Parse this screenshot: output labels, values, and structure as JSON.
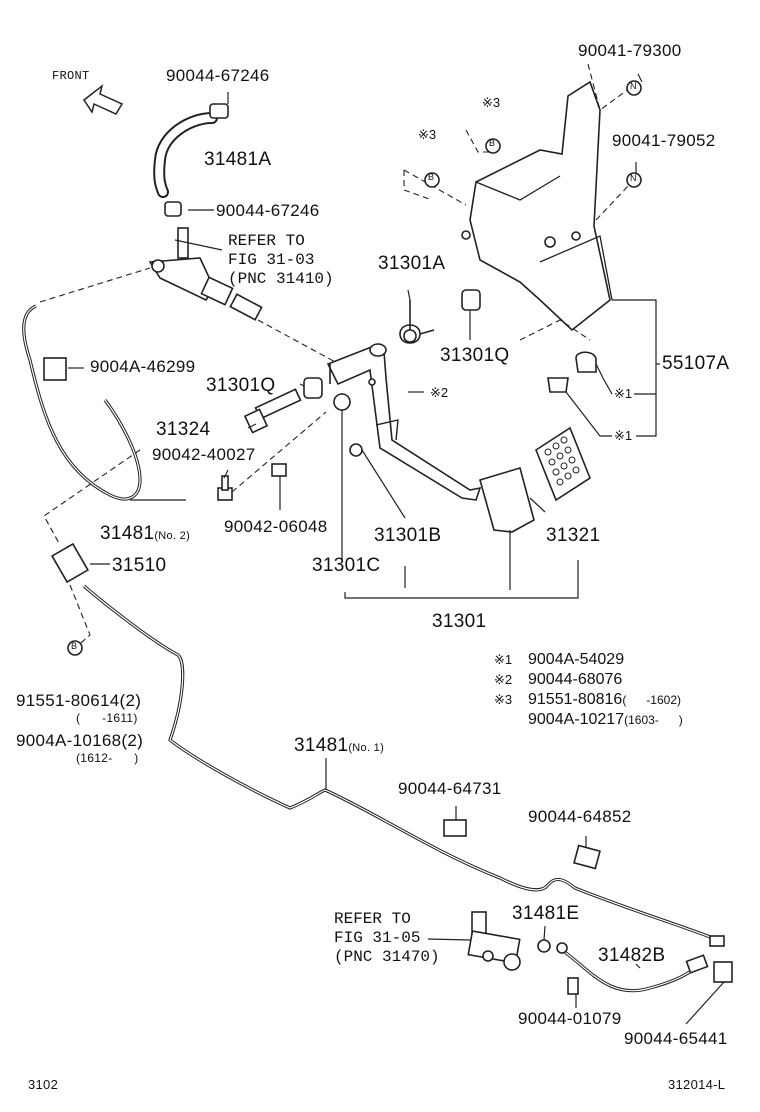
{
  "front_label": "FRONT",
  "parts": {
    "p90044_67246_top": "90044-67246",
    "p31481A": "31481A",
    "p90044_67246_mid": "90044-67246",
    "refer1": [
      "REFER TO",
      "FIG 31-03",
      "(PNC 31410)"
    ],
    "p9004A_46299": "9004A-46299",
    "p31301Q_left": "31301Q",
    "p31324": "31324",
    "p90042_40027": "90042-40027",
    "p90042_06048": "90042-06048",
    "p31481_no2": "31481",
    "p31481_no2_suffix": "(No. 2)",
    "p31510": "31510",
    "p31301A": "31301A",
    "p31301Q_right": "31301Q",
    "p31301B": "31301B",
    "p31301C": "31301C",
    "p31321": "31321",
    "p31301": "31301",
    "p55107A": "55107A",
    "p90041_79300": "90041-79300",
    "p90041_79052": "90041-79052",
    "p91551_80614": "91551-80614(2)",
    "p91551_80614_range": "(      -1611)",
    "p9004A_10168": "9004A-10168(2)",
    "p9004A_10168_range": "(1612-      )",
    "p31481_no1": "31481",
    "p31481_no1_suffix": "(No. 1)",
    "p90044_64731": "90044-64731",
    "p90044_64852": "90044-64852",
    "refer2": [
      "REFER TO",
      "FIG 31-05",
      "(PNC 31470)"
    ],
    "p31481E": "31481E",
    "p31482B": "31482B",
    "p90044_01079": "90044-01079",
    "p90044_65441": "90044-65441"
  },
  "callout_marks": {
    "mark1": "※1",
    "mark2": "※2",
    "mark3": "※3",
    "letter_b": "B",
    "letter_n": "N"
  },
  "notes": [
    {
      "mark": "※1",
      "part": "9004A-54029",
      "range": ""
    },
    {
      "mark": "※2",
      "part": "90044-68076",
      "range": ""
    },
    {
      "mark": "※3",
      "part": "91551-80816",
      "range": "(      -1602)"
    },
    {
      "mark": "",
      "part": "9004A-10217",
      "range": "(1603-      )"
    }
  ],
  "footer": {
    "left": "3102",
    "right": "312014-L"
  }
}
